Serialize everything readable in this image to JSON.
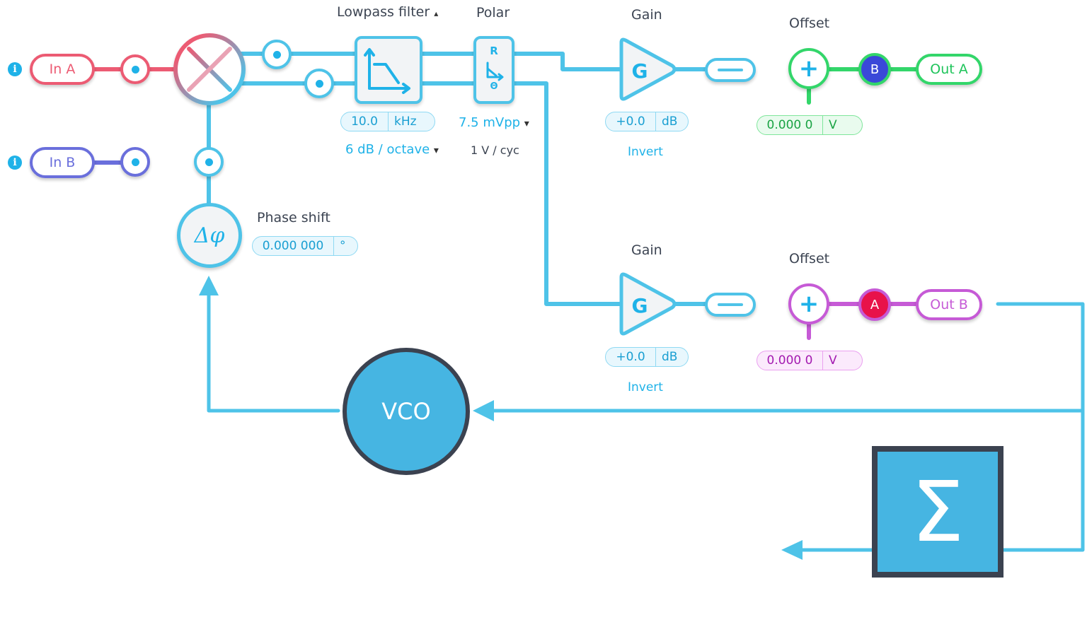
{
  "inputs": {
    "in_a": "In A",
    "in_b": "In B"
  },
  "outputs": {
    "out_a": "Out A",
    "out_b": "Out B"
  },
  "lowpass": {
    "title": "Lowpass filter",
    "title_caret": "▴",
    "frequency_value": "10.0",
    "frequency_unit": "kHz",
    "slope": "6 dB / octave",
    "slope_caret": "▾"
  },
  "polar": {
    "title": "Polar",
    "icon_r": "R",
    "icon_theta": "Θ",
    "range": "7.5 mVpp",
    "range_caret": "▾",
    "scale": "1 V / cyc"
  },
  "channel_a": {
    "gain_title": "Gain",
    "gain_symbol": "G",
    "gain_value": "+0.0",
    "gain_unit": "dB",
    "invert": "Invert",
    "offset_title": "Offset",
    "offset_value": "0.000 0",
    "offset_unit": "V",
    "badge": "B"
  },
  "channel_b": {
    "gain_title": "Gain",
    "gain_symbol": "G",
    "gain_value": "+0.0",
    "gain_unit": "dB",
    "invert": "Invert",
    "offset_title": "Offset",
    "offset_value": "0.000 0",
    "offset_unit": "V",
    "badge": "A"
  },
  "phase": {
    "symbol": "Δφ",
    "title": "Phase shift",
    "value": "0.000 000",
    "unit": "°"
  },
  "vco": {
    "label": "VCO"
  },
  "sum": {
    "symbol": "Σ"
  },
  "colors": {
    "red": "#ec5b73",
    "blue_indigo": "#6a6fdc",
    "cyan": "#4ec3e8",
    "green": "#33d66a",
    "magenta": "#c65ad6",
    "badge_blue": "#3a48d8",
    "badge_red": "#e8124a",
    "block_blue": "#46b5e2",
    "block_border": "#3b4250"
  }
}
